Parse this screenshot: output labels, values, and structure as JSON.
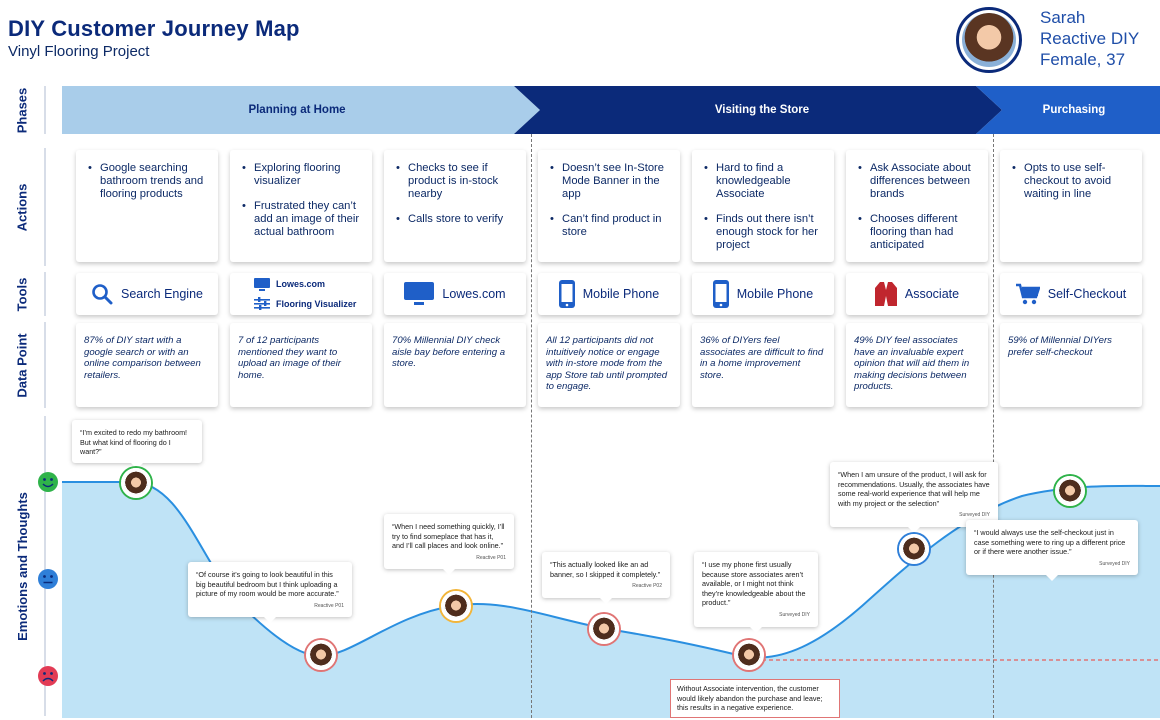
{
  "header": {
    "title": "DIY Customer Journey Map",
    "subtitle": "Vinyl Flooring Project"
  },
  "persona": {
    "name": "Sarah",
    "type": "Reactive DIY",
    "demo": "Female, 37"
  },
  "rows": {
    "phases": "Phases",
    "actions": "Actions",
    "tools": "Tools",
    "data_point": "Data Point",
    "emotions": "Emotions and Thoughts"
  },
  "phases": [
    {
      "label": "Planning at Home",
      "color": "#a9cdea"
    },
    {
      "label": "Visiting the Store",
      "color": "#0b2a7a"
    },
    {
      "label": "Purchasing",
      "color": "#1f5fc8"
    }
  ],
  "actions": [
    [
      "Google searching bathroom trends and flooring products"
    ],
    [
      "Exploring flooring visualizer",
      "Frustrated they can’t add an image of their actual bathroom"
    ],
    [
      "Checks to see if product is in-stock nearby",
      "Calls store to verify"
    ],
    [
      "Doesn’t see In-Store Mode Banner in the app",
      "Can’t find product in store"
    ],
    [
      "Hard to find a knowledgeable Associate",
      "Finds out there isn’t enough stock for her project"
    ],
    [
      "Ask Associate about differences between brands",
      "Chooses different flooring than had anticipated"
    ],
    [
      "Opts to use self-checkout to avoid waiting in line"
    ]
  ],
  "tools": [
    {
      "label": "Search Engine",
      "icon": "search-icon"
    },
    {
      "label": "Lowes.com",
      "label2": "Flooring Visualizer",
      "icon": "monitor-icon"
    },
    {
      "label": "Lowes.com",
      "icon": "monitor-icon"
    },
    {
      "label": "Mobile Phone",
      "icon": "phone-icon"
    },
    {
      "label": "Mobile Phone",
      "icon": "phone-icon"
    },
    {
      "label": "Associate",
      "icon": "vest-icon"
    },
    {
      "label": "Self-Checkout",
      "icon": "cart-icon"
    }
  ],
  "data_points": [
    "87% of DIY start with a google search or with an online comparison between retailers.",
    "7 of 12 participants mentioned they want to upload an image of their home.",
    "70% Millennial DIY check aisle bay before entering a store.",
    "All 12 participants did not intuitively notice or engage with in-store mode from the app Store tab until prompted to engage.",
    "36% of DIYers feel associates are difficult to find in a home improvement store.",
    "49% DIY feel associates have an invaluable expert opinion that will aid them in making decisions between products.",
    "59% of Millennial DIYers prefer self-checkout"
  ],
  "quotes": [
    {
      "text": "“I’m excited to redo my bathroom! But what kind of flooring do I want?”",
      "source": ""
    },
    {
      "text": "“Of course it’s going to look beautiful in this big beautiful bedroom but I think uploading a picture of my room would be more accurate.”",
      "source": "Reactive P01"
    },
    {
      "text": "“When I need something quickly, I’ll try to find someplace that has it, and I’ll call places and look online.”",
      "source": "Reactive P01"
    },
    {
      "text": "“This actually looked like an ad banner, so I skipped it completely.”",
      "source": "Reactive P02"
    },
    {
      "text": "“I use my phone first usually because store associates aren’t available, or I might not think they’re knowledgeable about the product.”",
      "source": "Surveyed DIY"
    },
    {
      "text": "“When I am unsure of the product, I will ask for recommendations. Usually, the associates have some real-world experience that will help me with my project or the selection”",
      "source": "Surveyed DIY"
    },
    {
      "text": "“I would always use the self-checkout just in case something were to ring up a different price or if there were another issue.”",
      "source": "Surveyed DIY"
    }
  ],
  "note": "Without Associate intervention, the customer would likely abandon the purchase and leave; this results in a negative experience.",
  "colors": {
    "happy": "#2fb34a",
    "neutral": "#2f7fd8",
    "sad": "#e23b55",
    "curve": "#2a8fe0",
    "fill": "#bfe3f6"
  }
}
